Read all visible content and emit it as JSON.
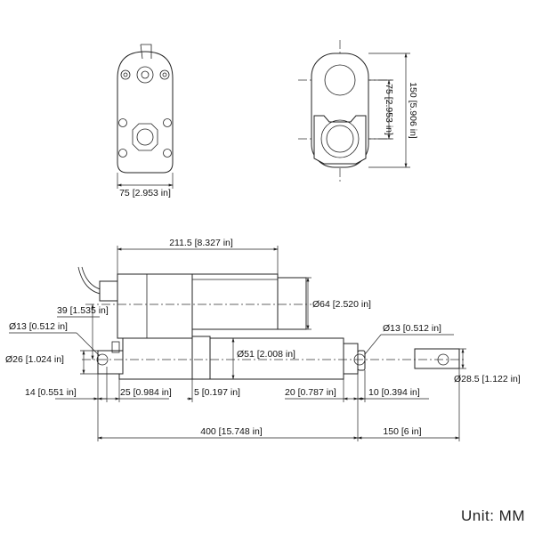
{
  "labels": {
    "top_width": "75 [2.953 in]",
    "side_pitch": "75 [2.953 in]",
    "side_height": "150 [5.906 in]",
    "motor_length": "211.5 [8.327 in]",
    "offset_39": "39 [1.535 in]",
    "motor_dia": "Ø64 [2.520 in]",
    "rear_hole": "Ø13 [0.512 in]",
    "front_hole": "Ø13 [0.512 in]",
    "rear_clevis": "Ø26 [1.024 in]",
    "tube_dia": "Ø51 [2.008 in]",
    "rod_dia": "Ø28.5 [1.122 in]",
    "rear_14": "14 [0.551 in]",
    "rear_25": "25 [0.984 in]",
    "gap_5": "5 [0.197 in]",
    "front_20": "20 [0.787 in]",
    "front_10": "10 [0.394 in]",
    "retracted": "400 [15.748 in]",
    "stroke": "150 [6 in]"
  },
  "unit_label": "Unit:  MM"
}
